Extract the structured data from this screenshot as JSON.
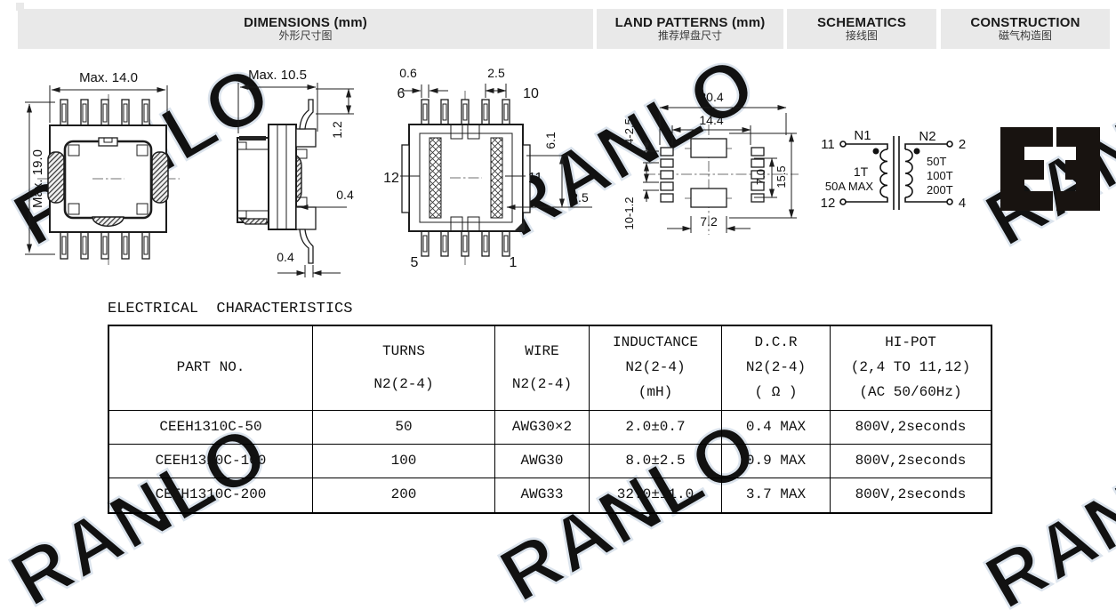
{
  "header": {
    "sections": [
      {
        "en": "DIMENSIONS (mm)",
        "zh": "外形尺寸图"
      },
      {
        "en": "LAND PATTERNS (mm)",
        "zh": "推荐焊盘尺寸"
      },
      {
        "en": "SCHEMATICS",
        "zh": "接线图"
      },
      {
        "en": "CONSTRUCTION",
        "zh": "磁气构造图"
      }
    ]
  },
  "watermark": {
    "text": "RANLO",
    "color": "#dce4ed"
  },
  "front_view": {
    "dim_width": "Max. 14.0",
    "dim_height": "Max. 19.0"
  },
  "side_view": {
    "dim_width": "Max. 10.5",
    "dim_lead_height": "1.2",
    "dim_standoff": "0.4",
    "dim_lead_thickness": "0.4"
  },
  "bottom_view": {
    "dim_pin_width": "0.6",
    "dim_pin_pitch": "2.5",
    "dim_body": "6.1",
    "dim_pad": "2.5",
    "pin_top_left": "6",
    "pin_top_right": "10",
    "pin_left": "12",
    "pin_right": "11",
    "pin_bottom_left": "5",
    "pin_bottom_right": "1"
  },
  "land_pattern": {
    "dim_outer_width": "20.4",
    "dim_inner_width": "14.4",
    "dim_pads_pitch": "4-2.5",
    "dim_pads_size": "10-1.2",
    "dim_center": "7.0",
    "dim_total": "15.5",
    "dim_pad_width": "7.2"
  },
  "schematic": {
    "winding_left": "N1",
    "winding_right": "N2",
    "pin_tl": "11",
    "pin_bl": "12",
    "pin_tr": "2",
    "pin_br": "4",
    "primary_turns": "1T",
    "primary_rating": "50A MAX",
    "secondary_options": [
      "50T",
      "100T",
      "200T"
    ]
  },
  "table": {
    "title": "ELECTRICAL  CHARACTERISTICS",
    "headers": [
      {
        "l1": "PART NO."
      },
      {
        "l1": "TURNS",
        "l2": "N2(2-4)"
      },
      {
        "l1": "WIRE",
        "l2": "N2(2-4)"
      },
      {
        "l1": "INDUCTANCE",
        "l2": "N2(2-4)",
        "l3": "(mH)"
      },
      {
        "l1": "D.C.R",
        "l2": "N2(2-4)",
        "l3": "( Ω )"
      },
      {
        "l1": "HI-POT",
        "l2": "(2,4 TO 11,12)",
        "l3": "(AC 50/60Hz)"
      }
    ],
    "rows": [
      [
        "CEEH1310C-50",
        "50",
        "AWG30×2",
        "2.0±0.7",
        "0.4 MAX",
        "800V,2seconds"
      ],
      [
        "CEEH1310C-100",
        "100",
        "AWG30",
        "8.0±2.5",
        "0.9 MAX",
        "800V,2seconds"
      ],
      [
        "CEEH1310C-200",
        "200",
        "AWG33",
        "32.0±11.0",
        "3.7 MAX",
        "800V,2seconds"
      ]
    ]
  }
}
